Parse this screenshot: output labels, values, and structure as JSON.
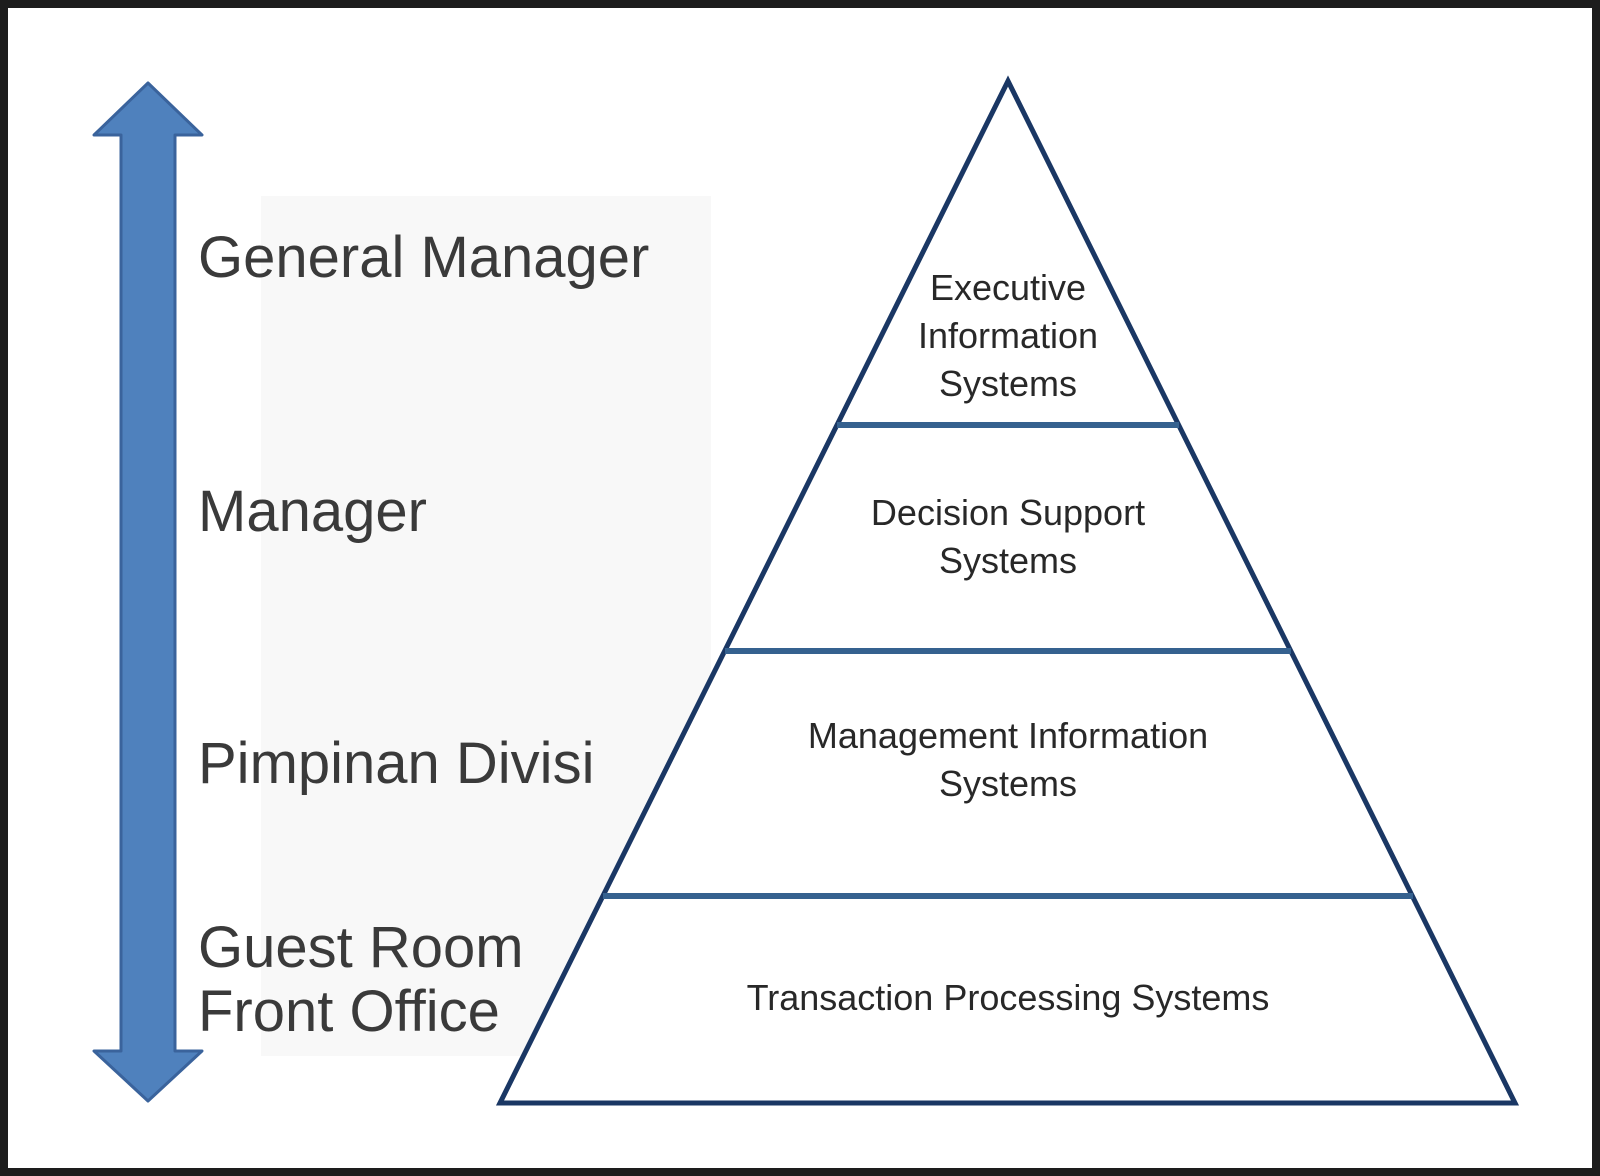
{
  "diagram": {
    "left_axis": {
      "arrow": {
        "kind": "double-headed-vertical-arrow",
        "fill_color": "#4f81bd",
        "stroke_color": "#3a639c"
      },
      "labels": [
        {
          "lines": [
            "General Manager"
          ]
        },
        {
          "lines": [
            "Manager"
          ]
        },
        {
          "lines": [
            "Pimpinan Divisi"
          ]
        },
        {
          "lines": [
            "Guest Room",
            "Front Office"
          ]
        }
      ]
    },
    "pyramid": {
      "outline_color": "#1a3764",
      "divider_color": "#35618f",
      "text_color": "#282828",
      "levels": [
        {
          "lines": [
            "Executive",
            "Information",
            "Systems"
          ]
        },
        {
          "lines": [
            "Decision Support",
            "Systems"
          ]
        },
        {
          "lines": [
            "Management Information",
            "Systems"
          ]
        },
        {
          "lines": [
            "Transaction Processing Systems"
          ]
        }
      ]
    }
  }
}
